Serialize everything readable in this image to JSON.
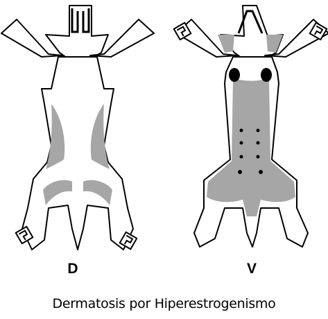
{
  "views": [
    {
      "id": "dorsal",
      "label": "D"
    },
    {
      "id": "ventral",
      "label": "V"
    }
  ],
  "caption": "Dermatosis por Hiperestrogenismo",
  "colors": {
    "outline": "#000000",
    "skin": "#ffffff",
    "lesion": "#a6a6a6",
    "nipple": "#000000"
  }
}
